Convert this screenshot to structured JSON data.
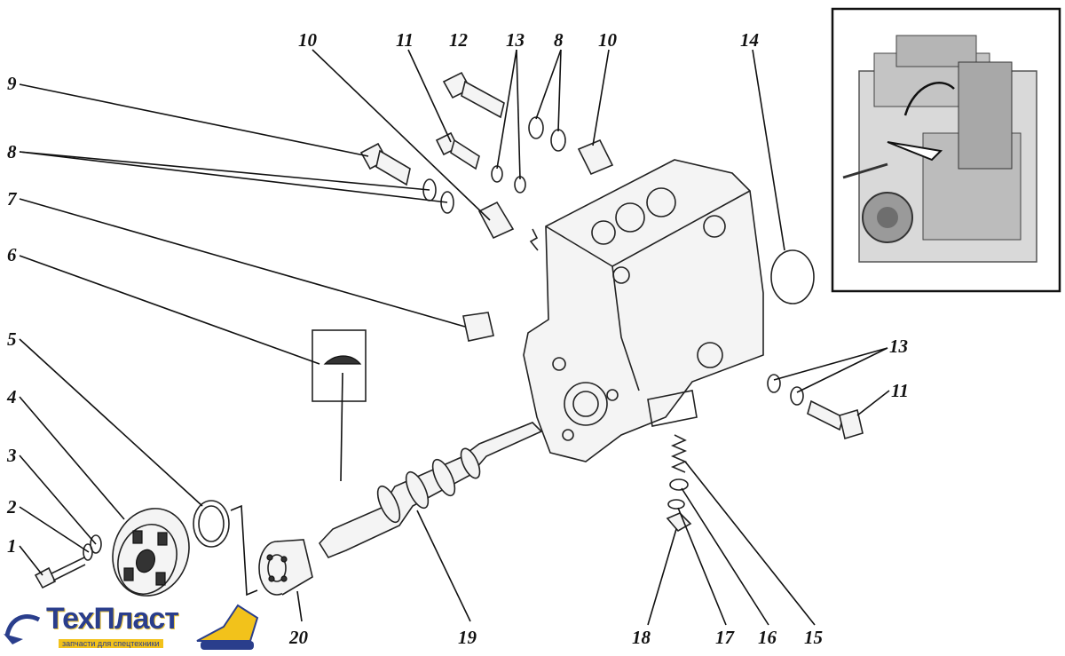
{
  "labels": [
    {
      "id": "1",
      "text": "1"
    },
    {
      "id": "2",
      "text": "2"
    },
    {
      "id": "3",
      "text": "3"
    },
    {
      "id": "4",
      "text": "4"
    },
    {
      "id": "5",
      "text": "5"
    },
    {
      "id": "6",
      "text": "6"
    },
    {
      "id": "7",
      "text": "7"
    },
    {
      "id": "8a",
      "text": "8"
    },
    {
      "id": "8b",
      "text": "8"
    },
    {
      "id": "9",
      "text": "9"
    },
    {
      "id": "10a",
      "text": "10"
    },
    {
      "id": "10b",
      "text": "10"
    },
    {
      "id": "11a",
      "text": "11"
    },
    {
      "id": "11b",
      "text": "11"
    },
    {
      "id": "12",
      "text": "12"
    },
    {
      "id": "13a",
      "text": "13"
    },
    {
      "id": "13b",
      "text": "13"
    },
    {
      "id": "14",
      "text": "14"
    },
    {
      "id": "15",
      "text": "15"
    },
    {
      "id": "16",
      "text": "16"
    },
    {
      "id": "17",
      "text": "17"
    },
    {
      "id": "18",
      "text": "18"
    },
    {
      "id": "19",
      "text": "19"
    },
    {
      "id": "20",
      "text": "20"
    }
  ],
  "logo": {
    "name": "ТехПласт",
    "tagline": "запчасти для спецтехники",
    "colors": {
      "text": "#2a3e8c",
      "accent": "#f2c21b"
    }
  },
  "inset": {
    "icon": "engine-photo-icon"
  }
}
